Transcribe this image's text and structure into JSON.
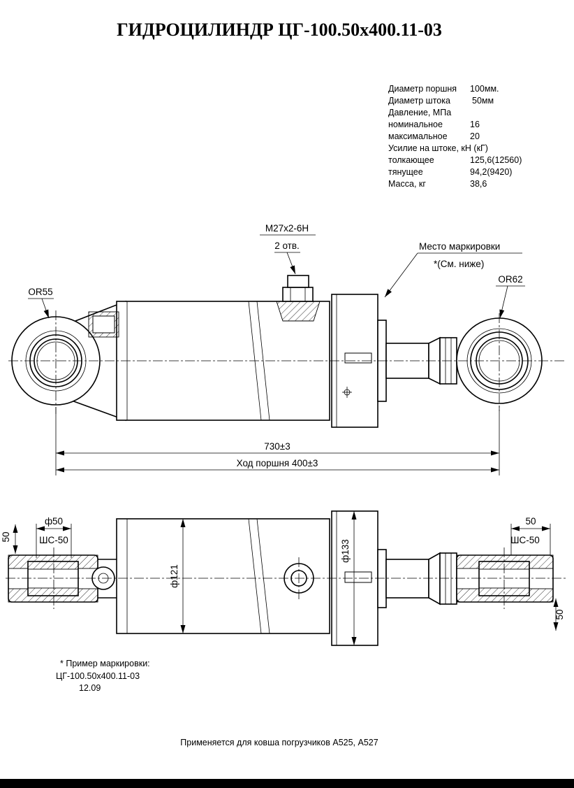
{
  "title": "ГИДРОЦИЛИНДР  ЦГ-100.50х400.11-03",
  "specs": {
    "rows": [
      {
        "label": "Диаметр поршня",
        "value": "100мм."
      },
      {
        "label": "Диаметр штока",
        "value": "50мм"
      },
      {
        "label": "Давление, МПа",
        "value": ""
      },
      {
        "label": "номинальное",
        "value": "16"
      },
      {
        "label": "максимальное",
        "value": "20"
      },
      {
        "label": "Усилие на штоке, кН (кГ)",
        "value": ""
      },
      {
        "label": "толкающее",
        "value": "125,6(12560)"
      },
      {
        "label": "тянущее",
        "value": "94,2(9420)"
      },
      {
        "label": "Масса, кг",
        "value": "38,6"
      }
    ]
  },
  "main_view": {
    "thread_callout": "М27х2-6Н",
    "holes_callout": "2 отв.",
    "marking_callout": "Место маркировки",
    "marking_note_ref": "*(См. ниже)",
    "left_rod_end": "OR55",
    "right_rod_end": "OR62",
    "overall_length": "730±3",
    "stroke": "Ход поршня 400±3"
  },
  "plan_view": {
    "bore_dia": "ф50",
    "left_bearing": "ШС-50",
    "left_width": "50",
    "barrel_dia": "ф121",
    "head_dia": "ф133",
    "right_width": "50",
    "right_bearing": "ШС-50",
    "right_side_width": "50"
  },
  "marking_example": {
    "line1": "* Пример маркировки:",
    "line2": "ЦГ-100.50х400.11-03",
    "line3": "12.09"
  },
  "footer": "Применяется для ковша погрузчиков А525, А527",
  "colors": {
    "line": "#000000",
    "background": "#ffffff"
  }
}
